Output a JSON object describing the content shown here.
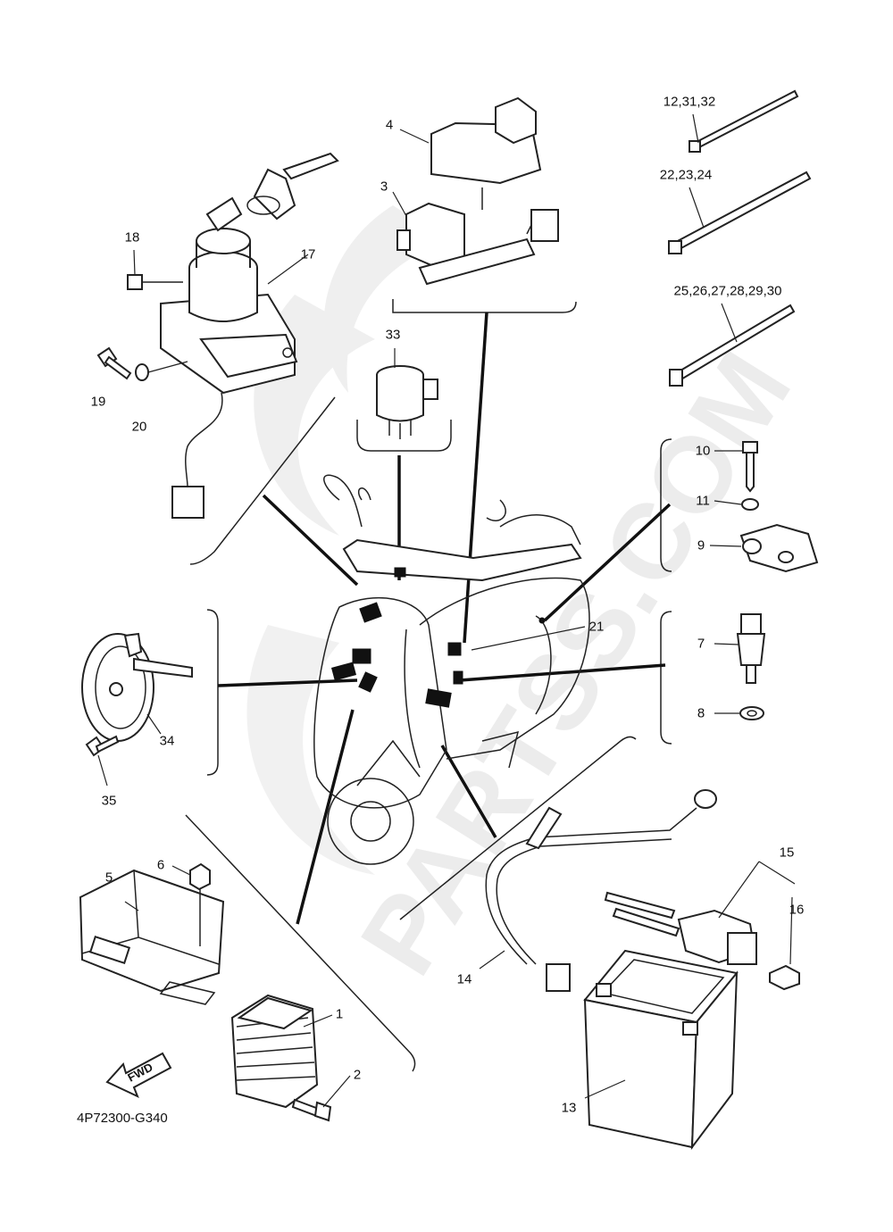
{
  "diagram": {
    "drawing_code": "4P72300-G340",
    "fwd_label": "FWD",
    "watermark_text": "PARTSS.COM",
    "callouts": [
      "1",
      "2",
      "3",
      "4",
      "5",
      "6",
      "7",
      "8",
      "9",
      "10",
      "11",
      "12,31,32",
      "13",
      "14",
      "15",
      "16",
      "17",
      "18",
      "19",
      "20",
      "21",
      "22,23,24",
      "25,26,27,28,29,30",
      "33",
      "34",
      "35"
    ]
  },
  "colors": {
    "line": "#222222",
    "background": "#ffffff",
    "watermark": "#dddddd"
  }
}
